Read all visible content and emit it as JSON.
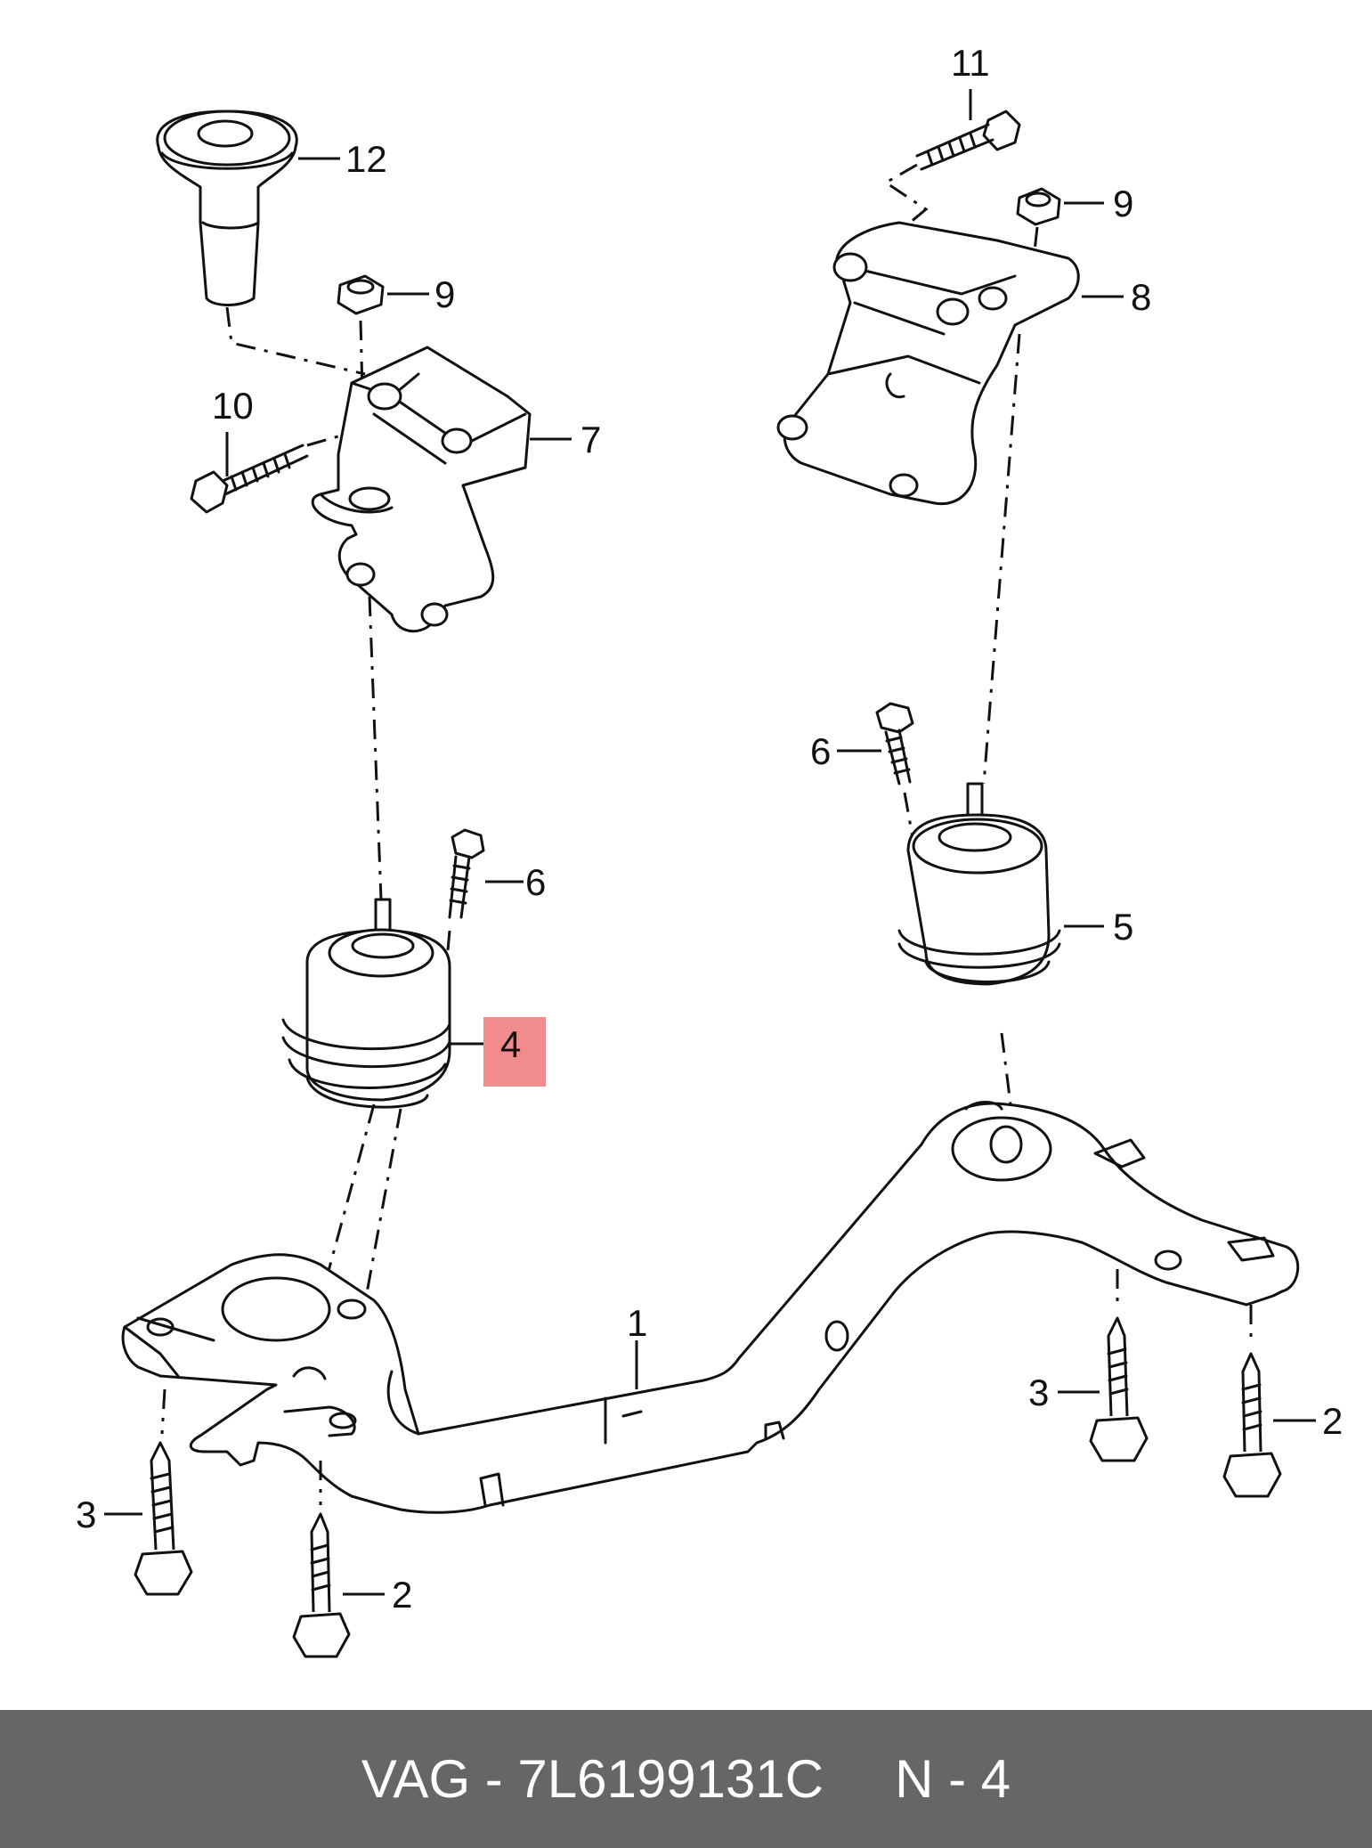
{
  "callouts": {
    "c1": "1",
    "c2a": "2",
    "c2b": "2",
    "c3a": "3",
    "c3b": "3",
    "c4": "4",
    "c5": "5",
    "c6a": "6",
    "c6b": "6",
    "c7": "7",
    "c8": "8",
    "c9a": "9",
    "c9b": "9",
    "c10": "10",
    "c11": "11",
    "c12": "12"
  },
  "highlight": {
    "color": "#f28b8b",
    "callout": "4"
  },
  "footer": {
    "brand_part": "VAG - 7L6199131C",
    "position": "N - 4",
    "background": "#666666"
  }
}
